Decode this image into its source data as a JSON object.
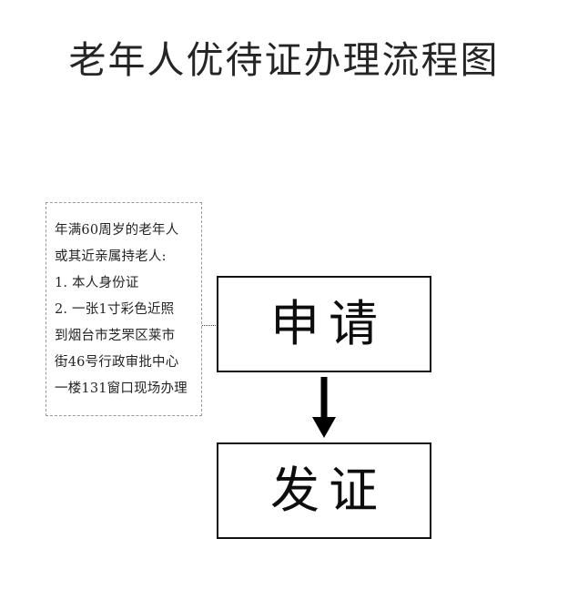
{
  "document": {
    "title": "老年人优待证办理流程图",
    "background_color": "#ffffff",
    "text_color": "#1a1a1a"
  },
  "requirements_box": {
    "name": "applicant-requirements",
    "border_style": "dashed",
    "border_color": "#9a9a9a",
    "lines": [
      "年满60周岁的老年人",
      "或其近亲属持老人:",
      "1.  本人身份证",
      "2.  一张1寸彩色近照",
      "到烟台市芝罘区莱市",
      "街46号行政审批中心",
      "一楼131窗口现场办理"
    ]
  },
  "flow": {
    "connector_style": "dotted",
    "connector_color": "#4a4a4a",
    "arrow_color": "#000000",
    "steps": [
      {
        "id": "apply",
        "label": "申请",
        "border_color": "#111111"
      },
      {
        "id": "issue",
        "label": "发证",
        "border_color": "#111111"
      }
    ]
  }
}
